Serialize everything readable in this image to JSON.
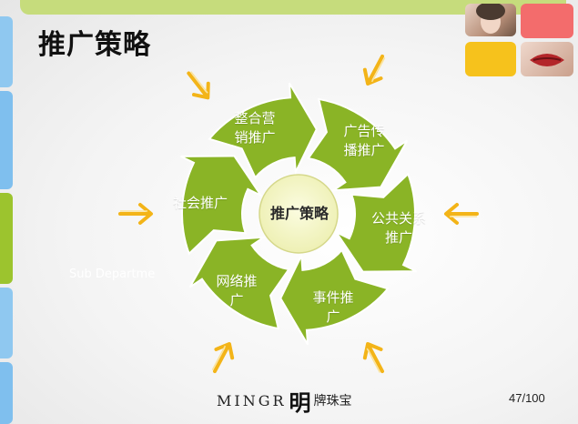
{
  "slide": {
    "title": "推广策略",
    "faint_text": "Sub Departme",
    "page_number": "47/100"
  },
  "diagram": {
    "center": "推广策略",
    "segments": [
      {
        "line1": "整合营",
        "line2": "销推广"
      },
      {
        "line1": "广告传",
        "line2": "播推广"
      },
      {
        "line1": "公共关系",
        "line2": "推广"
      },
      {
        "line1": "事件推",
        "line2": "广"
      },
      {
        "line1": "网络推",
        "line2": "广"
      },
      {
        "line1": "社会推广",
        "line2": ""
      }
    ]
  },
  "footer": {
    "brand_latin": "MINGR",
    "brand_mark": "明",
    "brand_cn": "牌珠宝"
  },
  "colors": {
    "segment_green": "#8ab426",
    "segment_green_dark": "#6f9519",
    "center_fill": "#f6f7c6",
    "top_bar": "#c6dc7c",
    "arrow_yellow": "#f3b418",
    "tile_red": "#f36c6c",
    "tile_yellow": "#f6c21c"
  }
}
